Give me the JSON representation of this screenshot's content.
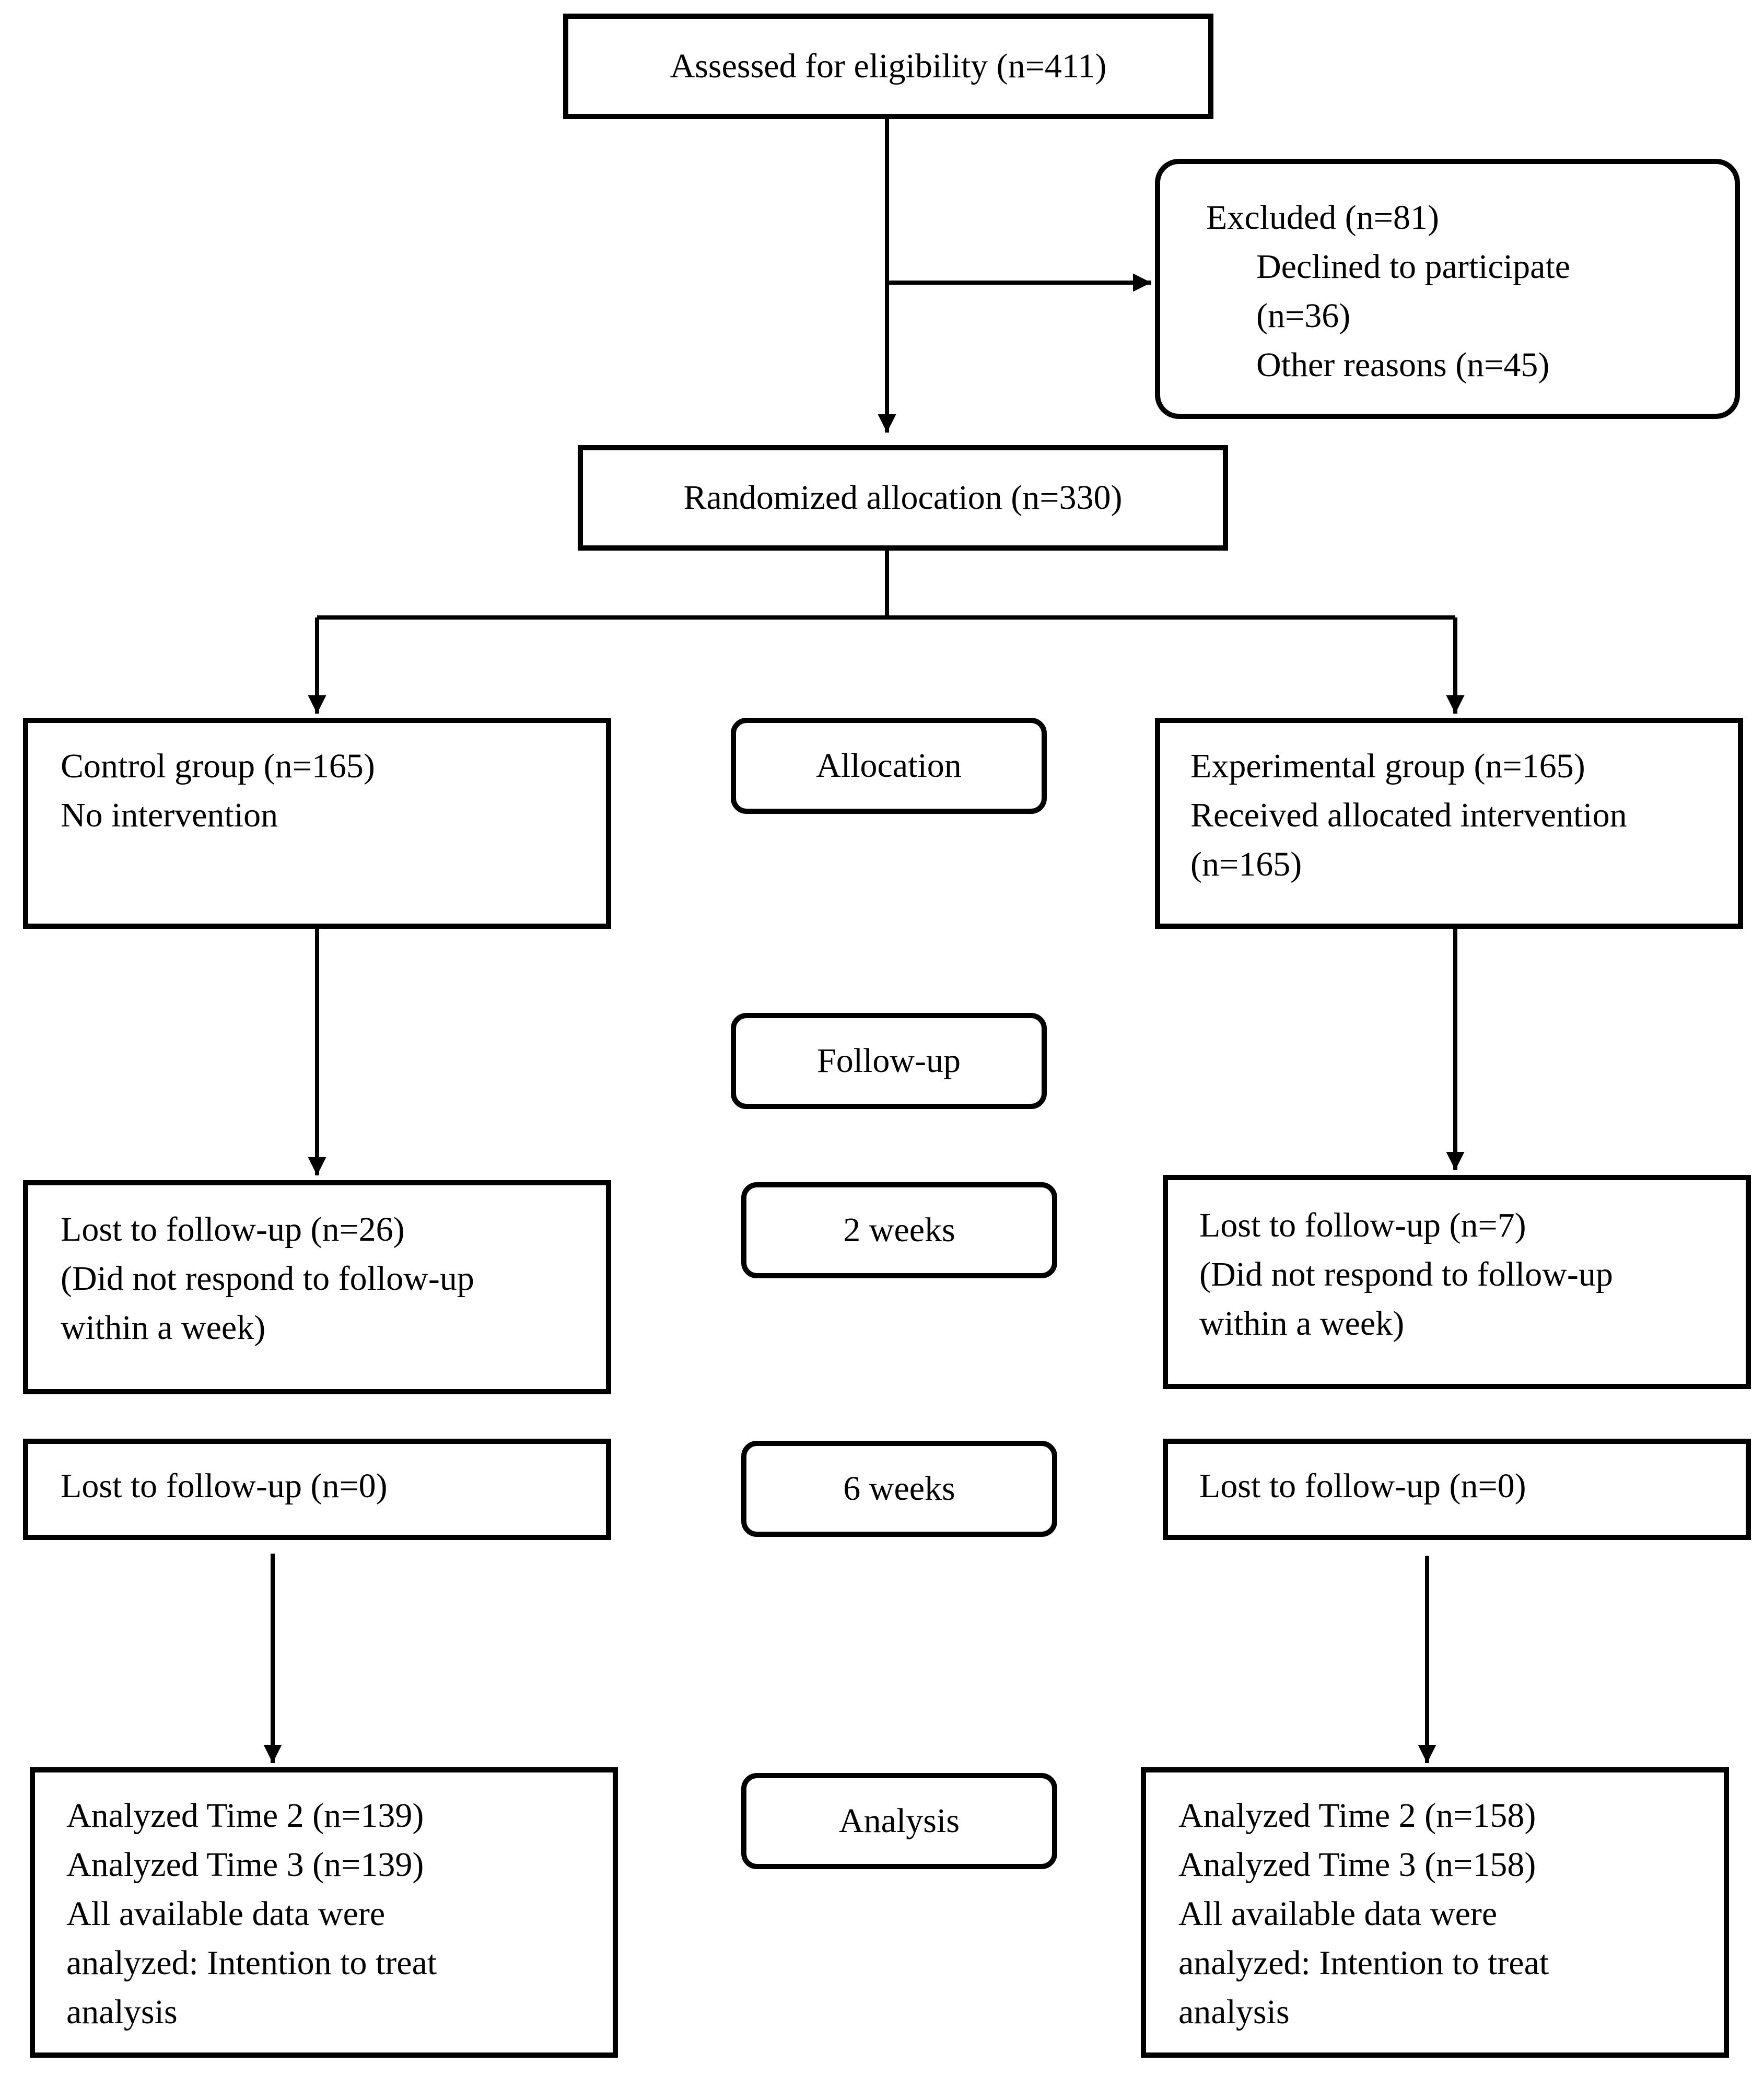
{
  "enrollment": {
    "assessed": "Assessed for eligibility (n=411)",
    "excluded": {
      "title": "Excluded (n=81)",
      "declined_line1": "Declined to participate",
      "declined_line2": "(n=36)",
      "other": "Other reasons (n=45)"
    },
    "randomized": "Randomized allocation (n=330)"
  },
  "stages": {
    "allocation": "Allocation",
    "follow_up": "Follow-up",
    "two_weeks": "2 weeks",
    "six_weeks": "6 weeks",
    "analysis": "Analysis"
  },
  "control": {
    "allocation": {
      "line1": "Control group (n=165)",
      "line2": "No intervention"
    },
    "lost_2w": {
      "line1": "Lost to follow-up (n=26)",
      "line2": "(Did not respond to follow-up",
      "line3": "within a week)"
    },
    "lost_6w": "Lost to follow-up (n=0)",
    "analysis": {
      "line1": "Analyzed Time 2 (n=139)",
      "line2": "Analyzed Time 3 (n=139)",
      "line3": "All available data were",
      "line4": "analyzed: Intention to treat",
      "line5": "analysis"
    }
  },
  "experimental": {
    "allocation": {
      "line1": "Experimental group (n=165)",
      "line2": "Received allocated intervention",
      "line3": "(n=165)"
    },
    "lost_2w": {
      "line1": "Lost to follow-up (n=7)",
      "line2": "(Did not respond to follow-up",
      "line3": "within a week)"
    },
    "lost_6w": "Lost to follow-up (n=0)",
    "analysis": {
      "line1": "Analyzed Time 2 (n=158)",
      "line2": "Analyzed Time 3 (n=158)",
      "line3": "All available data were",
      "line4": "analyzed: Intention to treat",
      "line5": "analysis"
    }
  }
}
